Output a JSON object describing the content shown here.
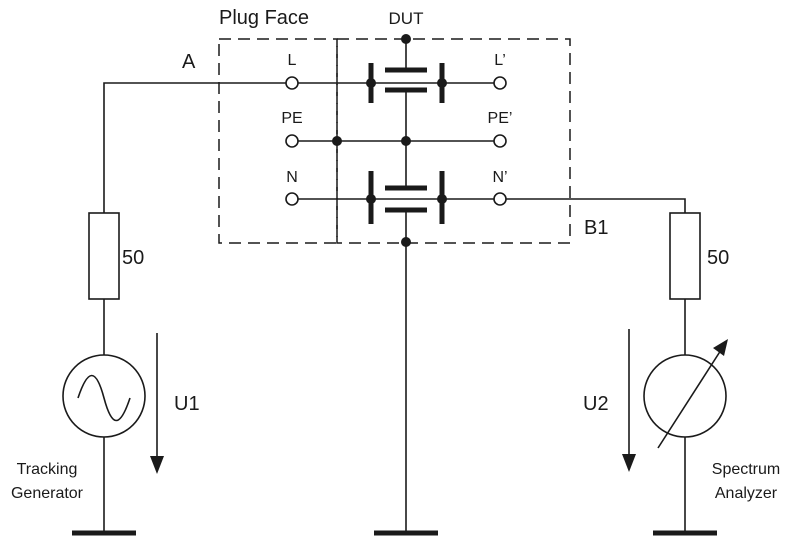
{
  "diagram": {
    "labels": {
      "plug_face": "Plug Face",
      "dut": "DUT",
      "node_a": "A",
      "node_b1": "B1",
      "term_l": "L",
      "term_l_prime": "L’",
      "term_pe": "PE",
      "term_pe_prime": "PE’",
      "term_n": "N",
      "term_n_prime": "N’",
      "resistor_left": "50",
      "resistor_right": "50",
      "voltage_u1": "U1",
      "voltage_u2": "U2",
      "generator_line1": "Tracking",
      "generator_line2": "Generator",
      "analyzer_line1": "Spectrum",
      "analyzer_line2": "Analyzer"
    },
    "colors": {
      "stroke": "#1a1a1a",
      "background": "#ffffff"
    }
  }
}
